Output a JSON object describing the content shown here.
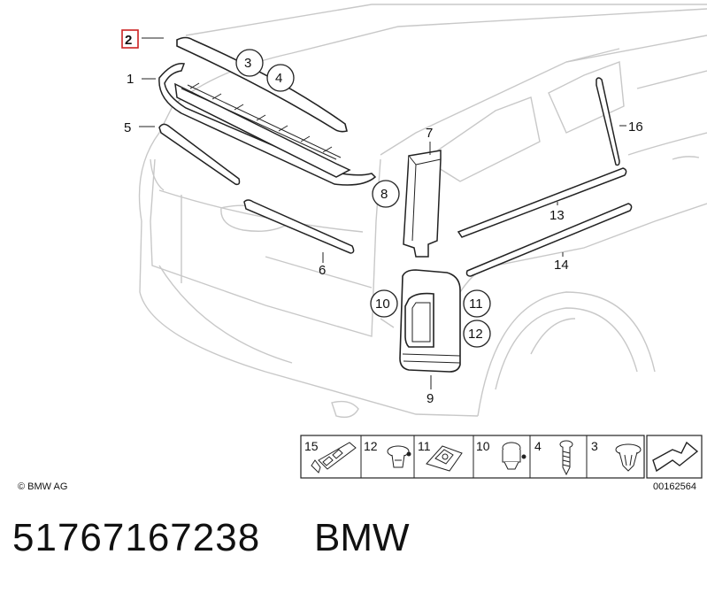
{
  "diagram": {
    "callouts": {
      "c1": "1",
      "c2": "2",
      "c3": "3",
      "c4": "4",
      "c5": "5",
      "c6": "6",
      "c7": "7",
      "c8": "8",
      "c9": "9",
      "c10": "10",
      "c11": "11",
      "c12": "12",
      "c13": "13",
      "c14": "14",
      "c16": "16"
    },
    "legend": {
      "l15": "15",
      "l12": "12",
      "l11": "11",
      "l10": "10",
      "l4": "4",
      "l3": "3"
    },
    "copyright": "© BMW AG",
    "diagram_code": "00162564",
    "colors": {
      "highlight_box": "#cc2222",
      "line": "#222222",
      "ghost_line": "#c8c8c8"
    }
  },
  "caption": {
    "part_number": "51767167238",
    "brand": "BMW"
  }
}
